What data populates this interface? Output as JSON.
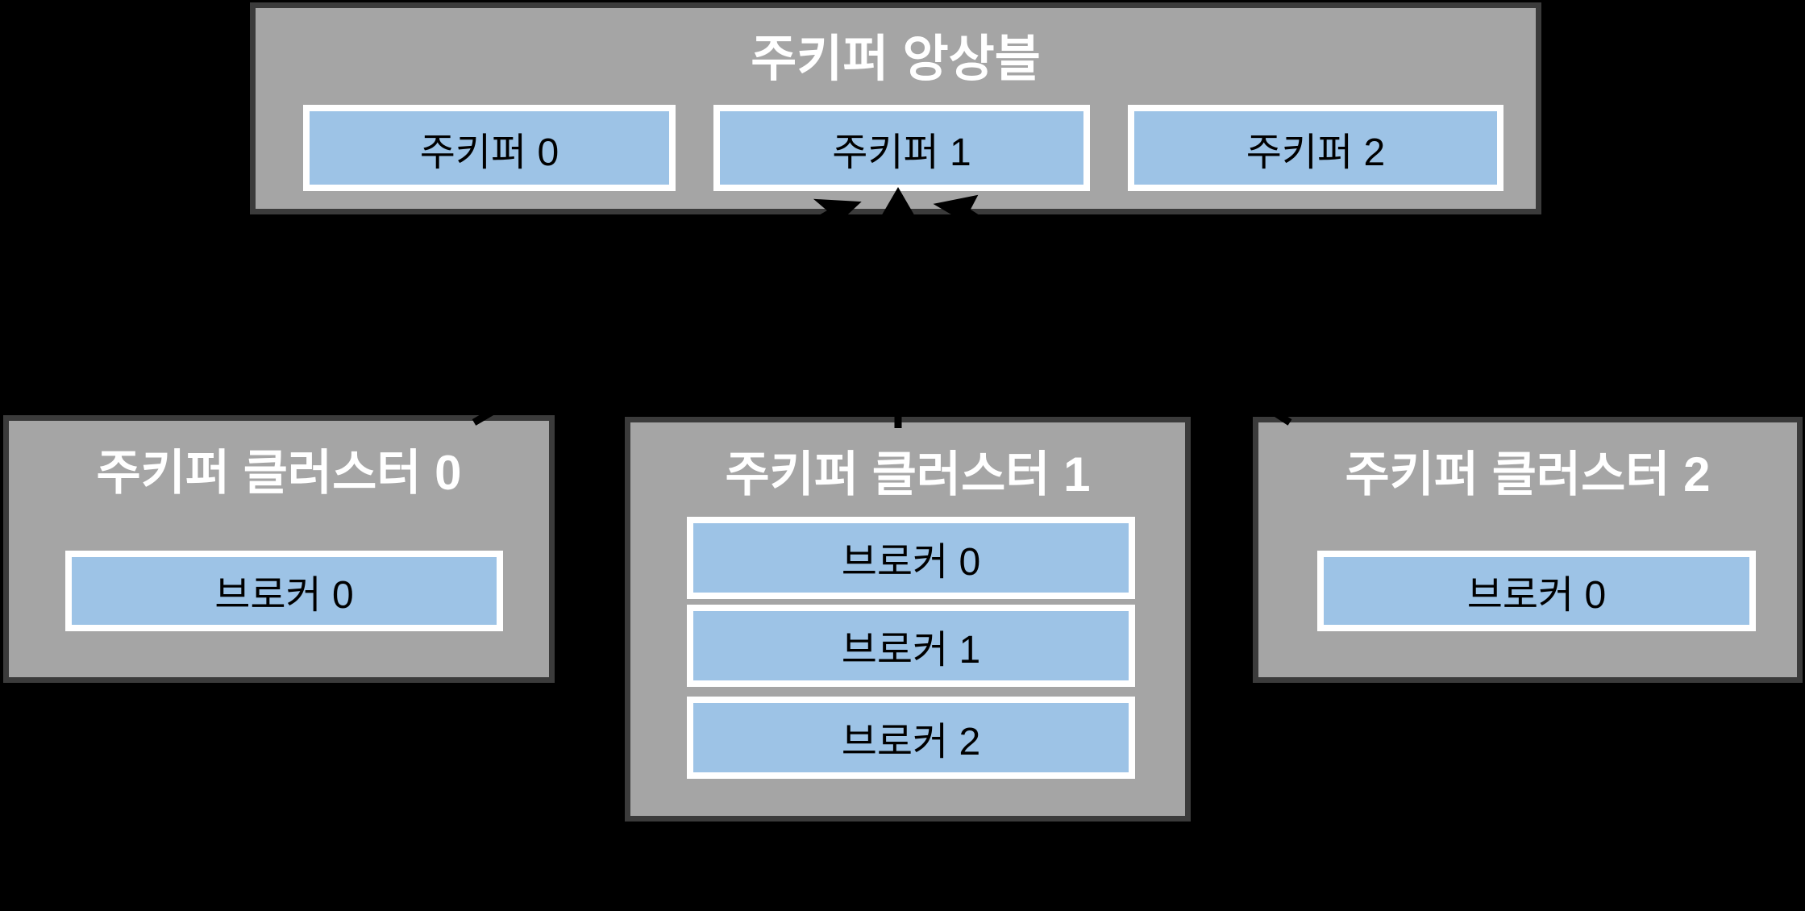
{
  "diagram": {
    "ensemble": {
      "title": "주키퍼 앙상블",
      "nodes": [
        {
          "label": "주키퍼 0"
        },
        {
          "label": "주키퍼 1"
        },
        {
          "label": "주키퍼 2"
        }
      ]
    },
    "clusters": [
      {
        "title": "주키퍼 클러스터 0",
        "brokers": [
          {
            "label": "브로커 0"
          }
        ]
      },
      {
        "title": "주키퍼 클러스터 1",
        "brokers": [
          {
            "label": "브로커 0"
          },
          {
            "label": "브로커 1"
          },
          {
            "label": "브로커 2"
          }
        ]
      },
      {
        "title": "주키퍼 클러스터 2",
        "brokers": [
          {
            "label": "브로커 0"
          }
        ]
      }
    ],
    "connections": [
      {
        "from": "주키퍼 클러스터 0",
        "to": "주키퍼 앙상블"
      },
      {
        "from": "주키퍼 클러스터 1",
        "to": "주키퍼 앙상블"
      },
      {
        "from": "주키퍼 클러스터 2",
        "to": "주키퍼 앙상블"
      }
    ],
    "colors": {
      "background": "#000000",
      "panel_fill": "#a5a5a5",
      "panel_border": "#3b3b3b",
      "node_fill": "#9dc3e6",
      "node_border": "#ffffff",
      "title_text": "#ffffff",
      "node_text": "#000000",
      "arrow": "#000000"
    }
  }
}
